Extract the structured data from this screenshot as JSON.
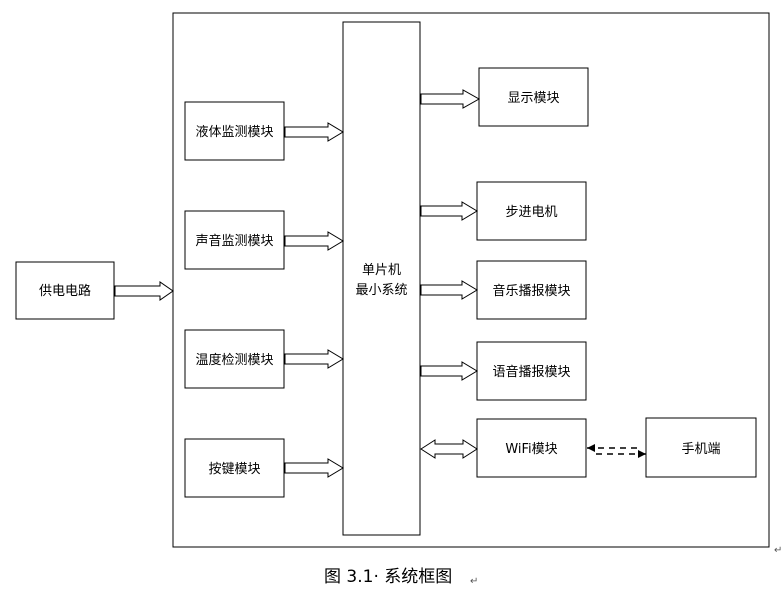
{
  "diagram": {
    "nodes": {
      "power": "供电电路",
      "liquid": "液体监测模块",
      "sound": "声音监测模块",
      "temp": "温度检测模块",
      "key": "按键模块",
      "mcu_line1": "单片机",
      "mcu_line2": "最小系统",
      "display": "显示模块",
      "stepper": "步进电机",
      "music": "音乐播报模块",
      "voice": "语音播报模块",
      "wifi": "WiFi模块",
      "phone": "手机端"
    },
    "caption": "图 3.1· 系统框图",
    "caption_mark": "↵",
    "corner_mark": "↵"
  }
}
